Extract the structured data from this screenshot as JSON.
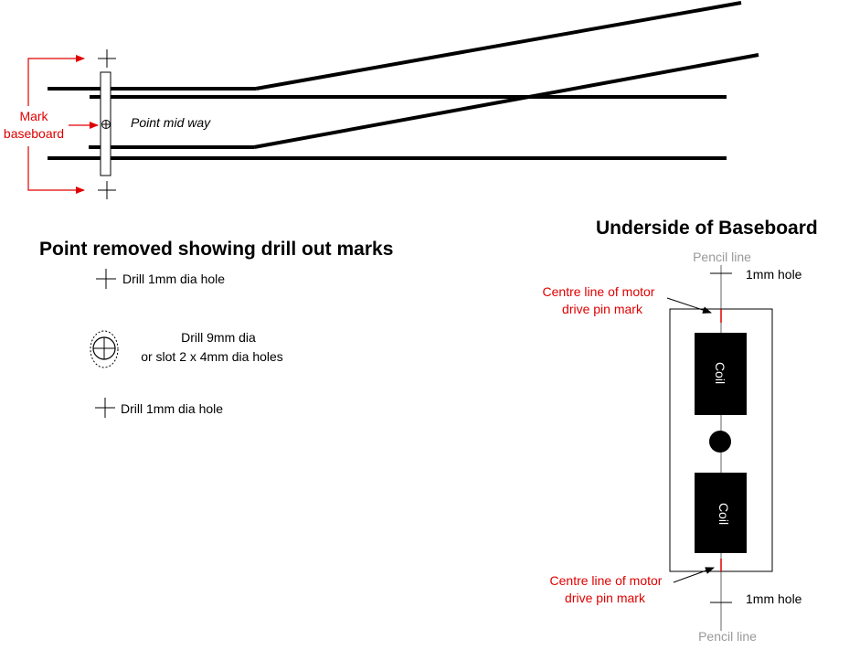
{
  "colors": {
    "ink": "#000000",
    "accent": "#e00000",
    "pencil": "#999999",
    "background": "#ffffff"
  },
  "top": {
    "mark_label_line1": "Mark",
    "mark_label_line2": "baseboard",
    "point_label": "Point mid way"
  },
  "drill": {
    "title": "Point removed showing drill out marks",
    "hole1": "Drill 1mm dia hole",
    "big_line1": "Drill 9mm dia",
    "big_line2": "or slot 2 x 4mm dia holes",
    "hole2": "Drill 1mm dia hole"
  },
  "underside": {
    "title": "Underside of Baseboard",
    "pencil_top": "Pencil line",
    "pencil_bottom": "Pencil line",
    "hole_top": "1mm hole",
    "hole_bottom": "1mm hole",
    "centre_top_line1": "Centre line of motor",
    "centre_top_line2": "drive pin mark",
    "centre_bottom_line1": "Centre line of motor",
    "centre_bottom_line2": "drive pin mark",
    "coil_top": "Coil",
    "coil_bottom": "Coil"
  },
  "icons": {
    "crosshair": "crosshair-icon",
    "big_hole": "circle-crosshair-icon",
    "arrow": "arrow-icon"
  }
}
